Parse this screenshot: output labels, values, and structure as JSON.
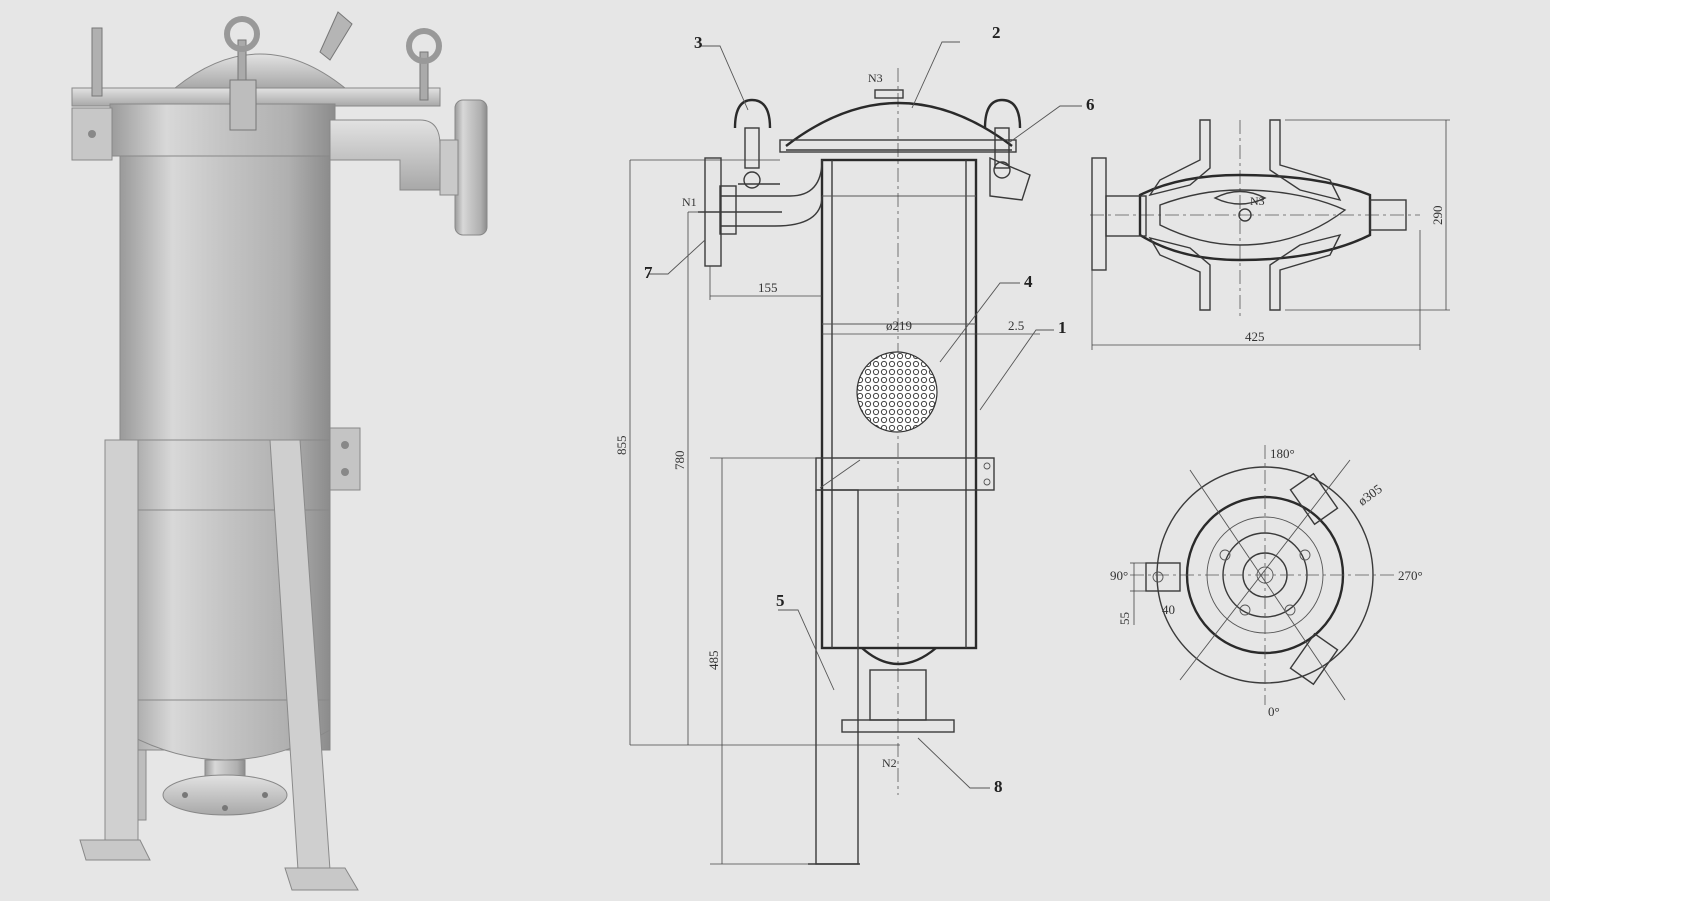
{
  "figure": {
    "background": "#e6e6e6",
    "metal_light": "#dcdcdc",
    "metal_mid": "#b4b4b4",
    "metal_dark": "#8a8a8a",
    "line_color": "#3a3a3a"
  },
  "callouts": [
    "1",
    "2",
    "3",
    "4",
    "5",
    "6",
    "7",
    "8"
  ],
  "nozzles": {
    "inlet": "N1",
    "outlet": "N2",
    "vent_front": "N3",
    "vent_top": "N3"
  },
  "dimensions": {
    "inlet_offset": "155",
    "diameter": "ø219",
    "wall": "2.5",
    "total_height": "855",
    "inlet_height": "780",
    "leg_height": "485",
    "top_width": "425",
    "top_depth": "290",
    "base_circle": "ø305",
    "angle_180": "180°",
    "angle_90": "90°",
    "angle_270": "270°",
    "angle_0": "0°",
    "foot_a": "55",
    "foot_b": "40"
  }
}
